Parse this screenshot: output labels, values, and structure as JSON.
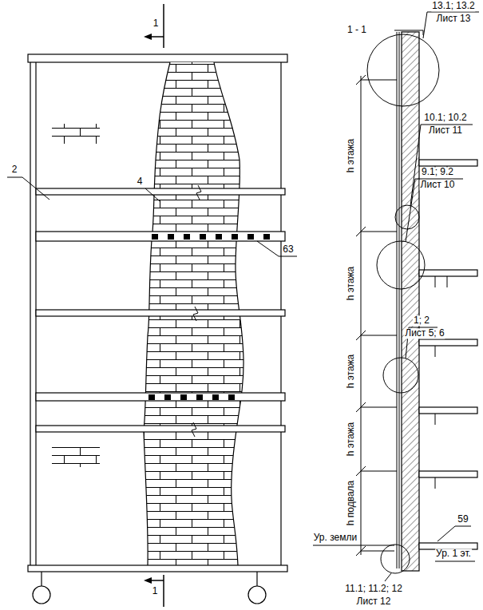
{
  "diagram": {
    "labels": [
      "1",
      "1",
      "2",
      "4",
      "63",
      "1 - 1",
      "13.1; 13.2",
      "Лист 13",
      "10.1; 10.2",
      "Лист 11",
      "9.1; 9.2",
      "Лист 10",
      "1; 2",
      "Лист 5; 6",
      "h этажа",
      "h этажа",
      "h этажа",
      "h этажа",
      "h подвала",
      "59",
      "Ур. земли",
      "Ур. 1 эт.",
      "11.1; 11.2; 12",
      "Лист 12"
    ]
  }
}
